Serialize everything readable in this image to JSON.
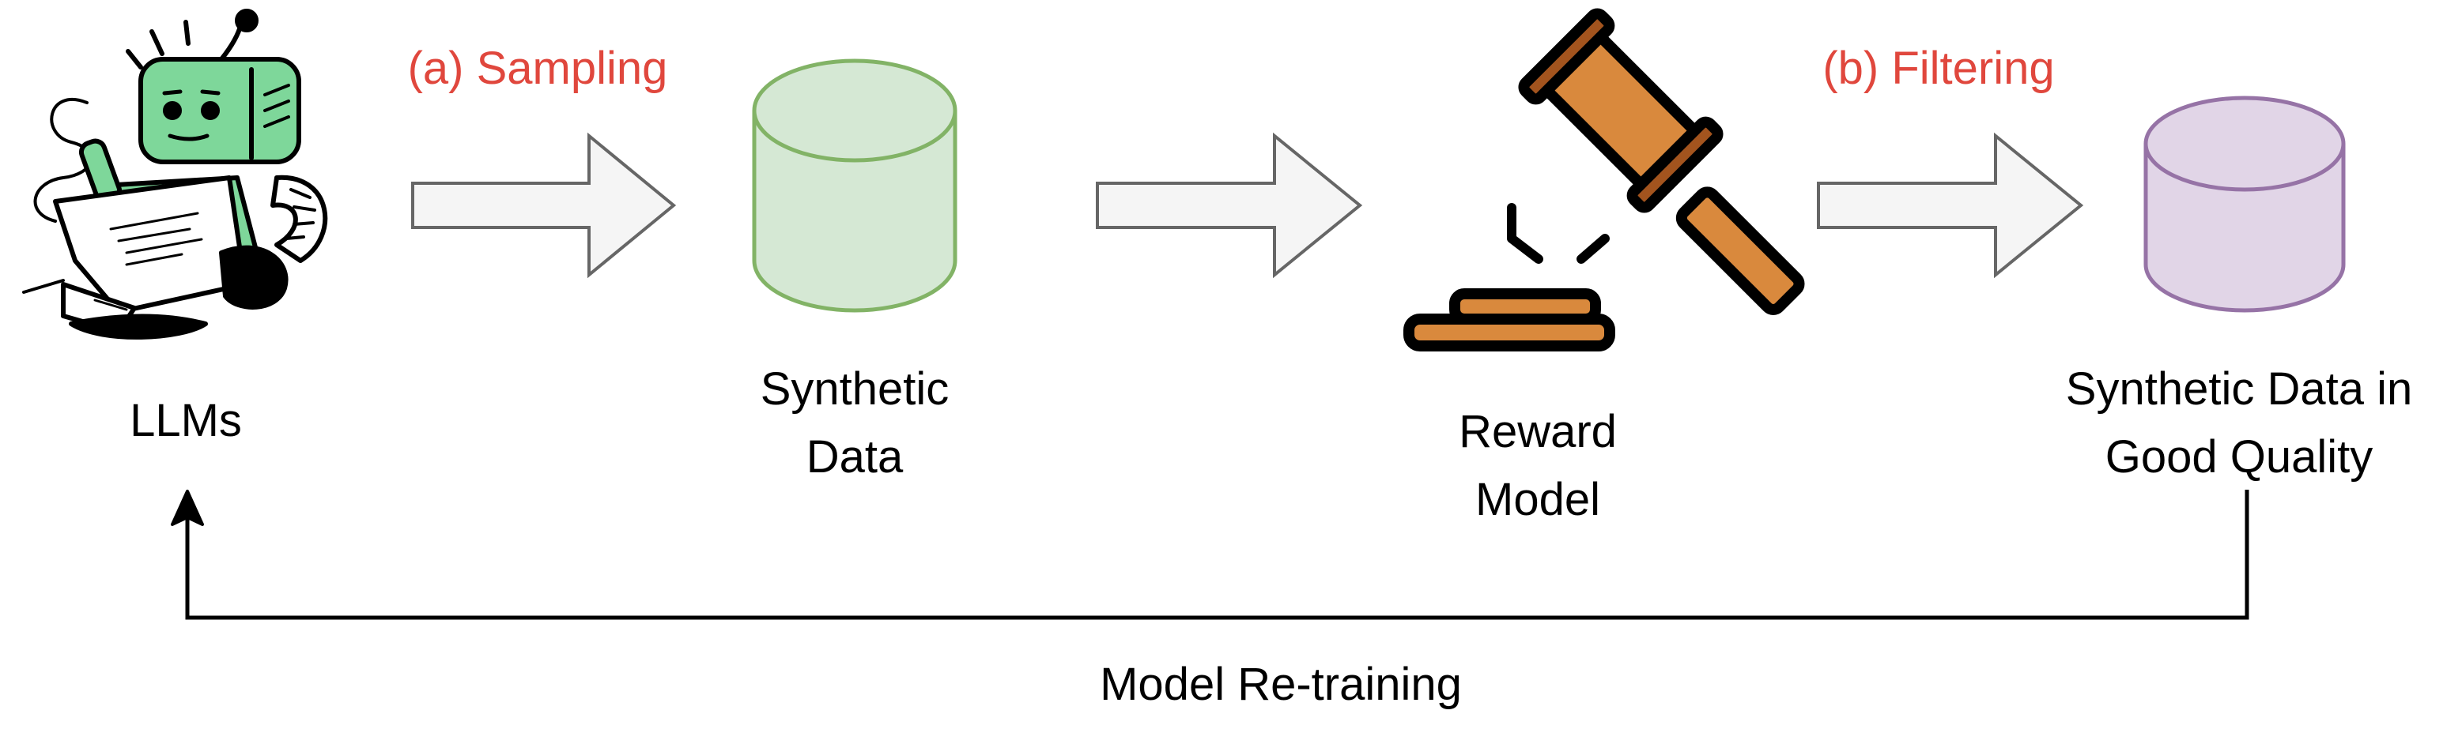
{
  "diagram": {
    "step_a_label": "(a) Sampling",
    "step_b_label": "(b) Filtering",
    "nodes": {
      "llms": {
        "label": "LLMs",
        "icon": "robot-reading-icon"
      },
      "synthetic_data": {
        "label_line1": "Synthetic",
        "label_line2": "Data",
        "icon": "database-cylinder-icon",
        "color": "#d5e8d4",
        "stroke": "#82b366"
      },
      "reward_model": {
        "label_line1": "Reward",
        "label_line2": "Model",
        "icon": "gavel-icon",
        "color": "#d9893d"
      },
      "good_data": {
        "label_line1": "Synthetic Data in",
        "label_line2": "Good Quality",
        "icon": "database-cylinder-icon",
        "color": "#e1d5e7",
        "stroke": "#9673a6"
      }
    },
    "feedback_label": "Model Re-training",
    "accent_color": "#e0473d"
  }
}
